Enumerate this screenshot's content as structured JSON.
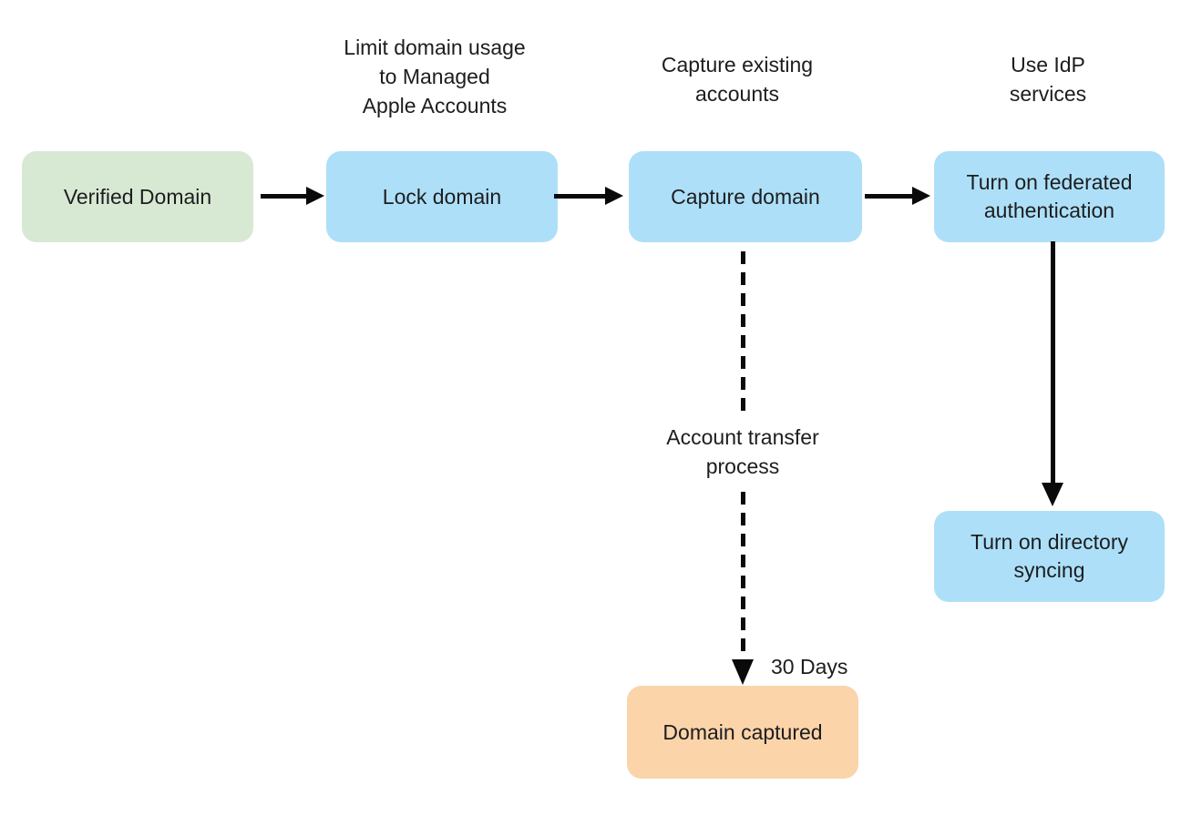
{
  "diagram": {
    "type": "flowchart",
    "colors": {
      "start_node": "#d8e9d3",
      "process_node": "#ade0f8",
      "end_node": "#fbd4aa",
      "text": "#1d1d1f",
      "arrow": "#0a0a0a"
    },
    "nodes": [
      {
        "id": "verified-domain",
        "label": "Verified Domain",
        "style": "green"
      },
      {
        "id": "lock-domain",
        "label": "Lock domain",
        "style": "blue"
      },
      {
        "id": "capture-domain",
        "label": "Capture domain",
        "style": "blue"
      },
      {
        "id": "federated-auth",
        "label": "Turn on federated authentication",
        "style": "blue"
      },
      {
        "id": "directory-syncing",
        "label": "Turn on directory syncing",
        "style": "blue"
      },
      {
        "id": "domain-captured",
        "label": "Domain captured",
        "style": "orange"
      }
    ],
    "annotations": [
      {
        "id": "limit-domain-usage",
        "text": "Limit domain usage\nto Managed\nApple Accounts"
      },
      {
        "id": "capture-existing",
        "text": "Capture existing\naccounts"
      },
      {
        "id": "use-idp-services",
        "text": "Use IdP\nservices"
      },
      {
        "id": "account-transfer",
        "text": "Account transfer\nprocess"
      },
      {
        "id": "thirty-days",
        "text": "30 Days"
      }
    ],
    "edges": [
      {
        "from": "verified-domain",
        "to": "lock-domain",
        "style": "solid"
      },
      {
        "from": "lock-domain",
        "to": "capture-domain",
        "style": "solid"
      },
      {
        "from": "capture-domain",
        "to": "federated-auth",
        "style": "solid"
      },
      {
        "from": "federated-auth",
        "to": "directory-syncing",
        "style": "solid"
      },
      {
        "from": "capture-domain",
        "to": "domain-captured",
        "style": "dashed"
      }
    ]
  }
}
